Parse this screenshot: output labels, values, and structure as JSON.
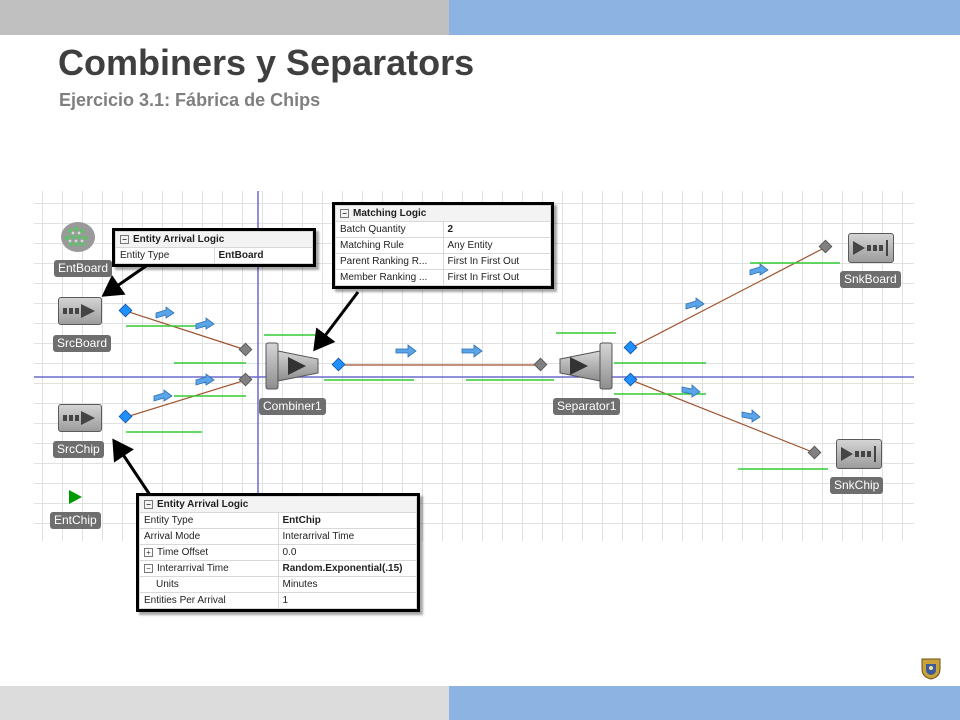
{
  "header": {
    "title": "Combiners y Separators",
    "subtitle": "Ejercicio 3.1: Fábrica de Chips"
  },
  "colors": {
    "band_gray": "#c0c0c0",
    "band_blue": "#8db3e2",
    "title": "#3f3f3f",
    "subtitle": "#7f7f7f",
    "connector": "#a0522d",
    "node_blue": "#1e90ff",
    "queue_green": "#33cc33",
    "entity_green": "#009900"
  },
  "model": {
    "labels": {
      "ent_board": "EntBoard",
      "ent_chip": "EntChip",
      "src_board": "SrcBoard",
      "src_chip": "SrcChip",
      "combiner": "Combiner1",
      "separator": "Separator1",
      "snk_board": "SnkBoard",
      "snk_chip": "SnkChip"
    }
  },
  "panels": {
    "board_arrival": {
      "section": "Entity Arrival Logic",
      "rows": [
        {
          "name": "Entity Type",
          "value": "EntBoard"
        }
      ]
    },
    "matching": {
      "section": "Matching Logic",
      "rows": [
        {
          "name": "Batch Quantity",
          "value": "2"
        },
        {
          "name": "Matching Rule",
          "value": "Any Entity"
        },
        {
          "name": "Parent Ranking R...",
          "value": "First In First Out"
        },
        {
          "name": "Member Ranking ...",
          "value": "First In First Out"
        }
      ]
    },
    "chip_arrival": {
      "section": "Entity Arrival Logic",
      "rows": [
        {
          "name": "Entity Type",
          "value": "EntChip"
        },
        {
          "name": "Arrival Mode",
          "value": "Interarrival Time"
        },
        {
          "name": "Time Offset",
          "value": "0.0"
        },
        {
          "name": "Interarrival Time",
          "value": "Random.Exponential(.15)"
        },
        {
          "name": "Units",
          "value": "Minutes"
        },
        {
          "name": "Entities Per Arrival",
          "value": "1"
        }
      ]
    }
  }
}
